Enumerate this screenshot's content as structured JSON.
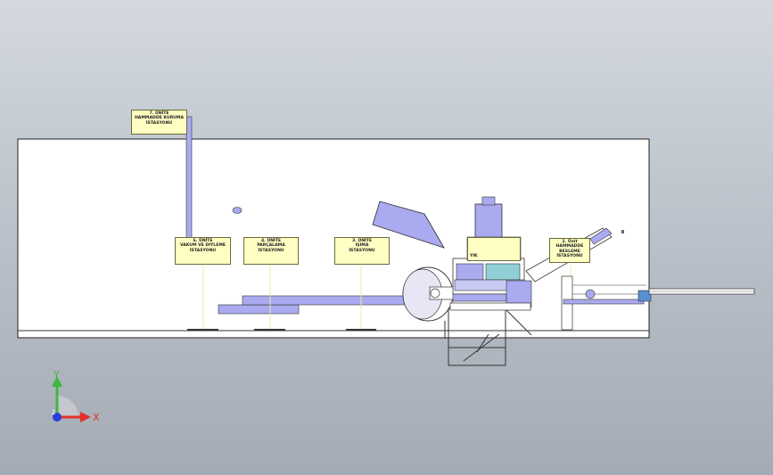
{
  "scene": {
    "background_top": "#d4d9df",
    "background_bottom": "#a4abb4",
    "panel_color": "#ffffff",
    "part_color": "#aaaaf0",
    "outline_color": "#222222",
    "label_bg": "#ffffc4"
  },
  "labels": {
    "station7": {
      "line1": "7. ÜNİTE",
      "line2": "HAMMADDE KURUMA",
      "line3": "İSTASYONU"
    },
    "station6": {
      "line1": "6. ÜNİTE",
      "line2": "VAKUM VE DİYLEME",
      "line3": "İSTASYONU"
    },
    "station4": {
      "line1": "4. ÜNİTE",
      "line2": "PARÇALAMA",
      "line3": "İSTASYONU"
    },
    "station3": {
      "line1": "3. ÜNİTE",
      "line2": "IŞIMA",
      "line3": "İSTASYONU"
    },
    "station5": {
      "line1": "YIK"
    },
    "station2": {
      "line1": "2. Ünit",
      "line2": "HAMMADDE BESLEME",
      "line3": "İSTASYONU"
    }
  },
  "triad": {
    "x_label": "X",
    "y_label": "Y",
    "z_label": "Z",
    "x_color": "#e0312b",
    "y_color": "#3fb83f",
    "z_color": "#2b3ed8",
    "icon": "coordinate-triad-icon"
  }
}
